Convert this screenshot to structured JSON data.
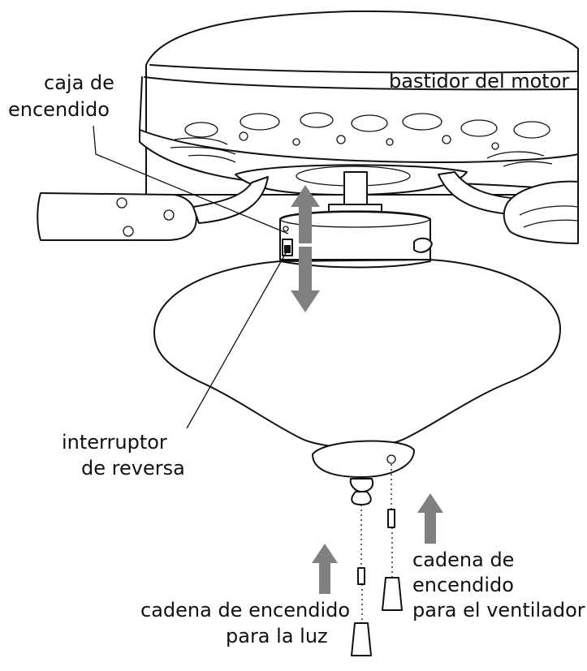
{
  "labels": {
    "switch_housing_line1": "caja de",
    "switch_housing_line2": "encendido",
    "motor_housing": "bastidor del motor",
    "reverse_switch_line1": "interruptor",
    "reverse_switch_line2": "de reversa",
    "fan_chain_line1": "cadena de",
    "fan_chain_line2": "encendido",
    "fan_chain_line3": "para el ventilador",
    "light_chain_line1": "cadena de encendido",
    "light_chain_line2": "para la luz"
  },
  "colors": {
    "line": "#111111",
    "arrow": "#808080",
    "background": "#ffffff"
  },
  "icons": {
    "up_down_arrow": "double-headed-arrow",
    "up_arrow": "up-arrow"
  }
}
